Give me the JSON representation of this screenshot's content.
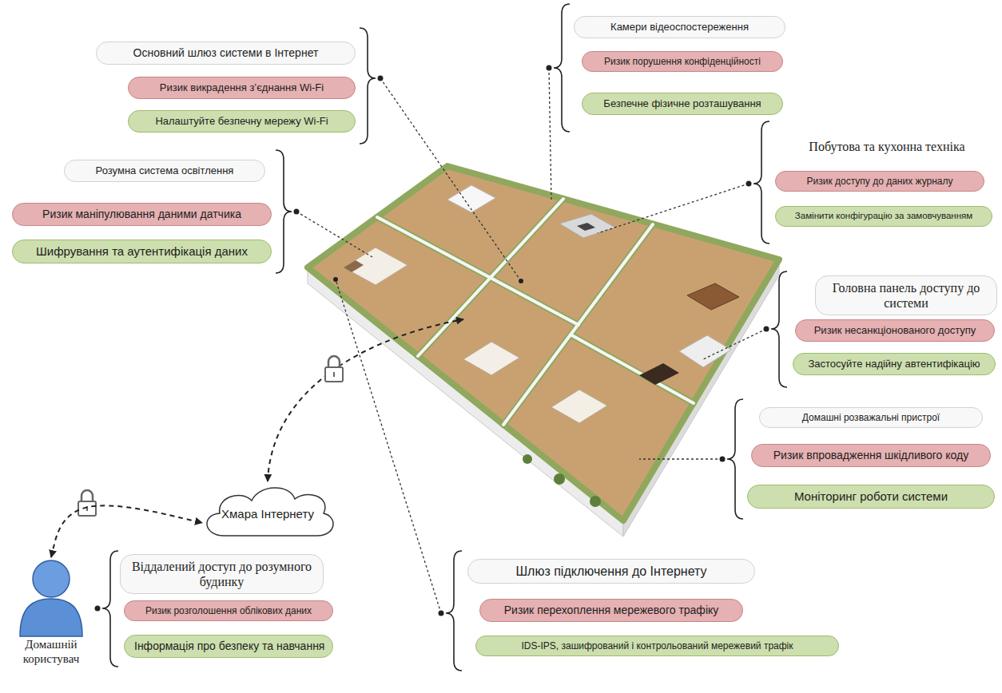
{
  "diagram": {
    "nodes": [
      {
        "text": [
          "Основний шлюз системи в Інтернет"
        ]
      },
      {
        "text": [
          "Ризик викрадення з’єднання Wi-Fi"
        ]
      },
      {
        "text": [
          "Налаштуйте безпечну мережу Wi-Fi"
        ]
      },
      {
        "text": [
          "Камери відеоспостереження"
        ]
      },
      {
        "text": [
          "Ризик порушення конфіденційності"
        ]
      },
      {
        "text": [
          "Безпечне фізичне розташування"
        ]
      },
      {
        "text": [
          "Побутова та кухонна техніка"
        ]
      },
      {
        "text": [
          "Ризик доступу до даних журналу"
        ]
      },
      {
        "text": [
          "Замінити конфігурацію за замовчуванням"
        ]
      },
      {
        "text": [
          "Розумна система освітлення"
        ]
      },
      {
        "text": [
          "Ризик маніпулювання даними датчика"
        ]
      },
      {
        "text": [
          "Шифрування та аутентифікація даних"
        ]
      },
      {
        "text": [
          "Головна панель доступу до системи"
        ]
      },
      {
        "text": [
          "Ризик несанкціонованого доступу"
        ]
      },
      {
        "text": [
          "Застосуйте надійну автентифікацію"
        ]
      },
      {
        "text": [
          "Домашні розважальні пристрої"
        ]
      },
      {
        "text": [
          "Ризик впровадження шкідливого коду"
        ]
      },
      {
        "text": [
          "Моніторинг роботи системи"
        ]
      },
      {
        "text": [
          "Хмара Інтернету"
        ]
      },
      {
        "text": [
          "Віддалений доступ до розумного будинку"
        ]
      },
      {
        "text": [
          "Ризик розголошення облікових даних"
        ]
      },
      {
        "text": [
          "Інформація про безпеку та навчання"
        ]
      },
      {
        "text": [
          "Шлюз підключення до Інтернету"
        ]
      },
      {
        "text": [
          "Ризик перехоплення мережевого трафіку"
        ]
      },
      {
        "text": [
          "IDS-IPS, зашифрований і контрольований мережевий трафік"
        ]
      },
      {
        "text": [
          "Домашній користувач"
        ]
      }
    ],
    "edges": [
      {
        "from": 25,
        "to": 18,
        "arrow": "both"
      }
    ]
  }
}
